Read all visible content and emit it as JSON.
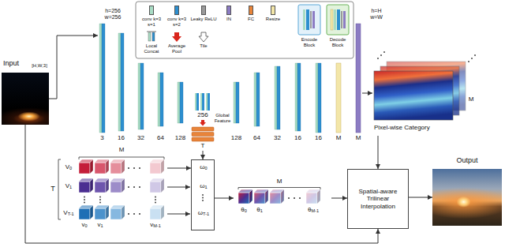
{
  "diagram": {
    "nodes": [
      {
        "text": [
          "Input",
          "[H,W,3]"
        ]
      },
      {
        "text": [
          "M",
          "T",
          "V0",
          "V1",
          "VT-1",
          "v0",
          "v1",
          "vM-1"
        ]
      },
      {
        "text": [
          "T"
        ]
      },
      {
        "text": [
          "ω0",
          "ω1",
          "ωT-1"
        ]
      },
      {
        "text": [
          "M",
          "θ0",
          "θ1",
          "θM-1"
        ]
      },
      {
        "text": [
          "Pixel-wise Category",
          "M"
        ]
      },
      {
        "text": [
          "Spatial-aware Trilinear Interpolation"
        ]
      },
      {
        "text": [
          "Output"
        ]
      }
    ],
    "edges": [
      {
        "from": 1,
        "to": 3,
        "arrow": "to"
      },
      {
        "from": 2,
        "to": 3,
        "arrow": "to"
      },
      {
        "from": 3,
        "to": 4,
        "arrow": "to"
      },
      {
        "from": 4,
        "to": 6,
        "arrow": "to"
      },
      {
        "from": 5,
        "to": 6,
        "arrow": "to"
      },
      {
        "from": 0,
        "to": 6,
        "arrow": "to"
      },
      {
        "from": 6,
        "to": 7,
        "arrow": "to"
      }
    ],
    "labels": [
      "h=256",
      "w=256",
      "h=H",
      "w=W",
      "3",
      "16",
      "32",
      "64",
      "128",
      "256",
      "128",
      "64",
      "32",
      "16",
      "16",
      "M",
      "M",
      "Global Feature"
    ],
    "legend": [
      {
        "text": "conv k=3 s=1",
        "color": "#a9dcc4"
      },
      {
        "text": "conv k=3 s=2",
        "color": "#2d8fcf"
      },
      {
        "text": "Leaky ReLU",
        "color": "#9a9a9a"
      },
      {
        "text": "IN",
        "color": "#8c7cc3"
      },
      {
        "text": "FC",
        "color": "#e8843a"
      },
      {
        "text": "Resize",
        "color": "#f3e6a8"
      },
      {
        "text": "Local Concat"
      },
      {
        "text": "Average Pool"
      },
      {
        "text": "Tile"
      },
      {
        "text": "Encode Block"
      },
      {
        "text": "Decode Block"
      }
    ]
  }
}
